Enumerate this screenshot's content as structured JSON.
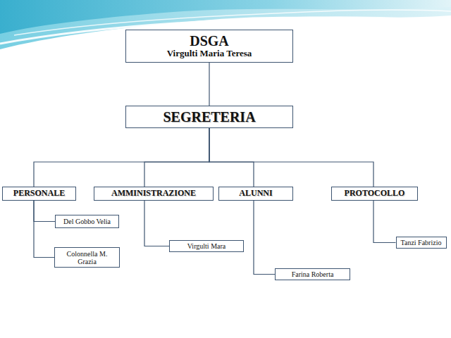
{
  "diagram": {
    "nodes": [
      {
        "text": [
          "DSGA",
          "Virgulti Maria Teresa"
        ]
      },
      {
        "text": [
          "SEGRETERIA"
        ]
      },
      {
        "text": [
          "PERSONALE"
        ]
      },
      {
        "text": [
          "AMMINISTRAZIONE"
        ]
      },
      {
        "text": [
          "ALUNNI"
        ]
      },
      {
        "text": [
          "PROTOCOLLO"
        ]
      },
      {
        "text": [
          "Del Gobbo Velia"
        ]
      },
      {
        "text": [
          "Colonnella M. Grazia"
        ]
      },
      {
        "text": [
          "Virgulti Mara"
        ]
      },
      {
        "text": [
          "Tanzi Fabrizio"
        ]
      },
      {
        "text": [
          "Farina Roberta"
        ]
      }
    ],
    "edges": [
      {
        "from": 0,
        "to": 1,
        "arrow": "none"
      },
      {
        "from": 1,
        "to": 2,
        "arrow": "none"
      },
      {
        "from": 1,
        "to": 3,
        "arrow": "none"
      },
      {
        "from": 1,
        "to": 4,
        "arrow": "none"
      },
      {
        "from": 1,
        "to": 5,
        "arrow": "none"
      },
      {
        "from": 2,
        "to": 6,
        "arrow": "none"
      },
      {
        "from": 2,
        "to": 7,
        "arrow": "none"
      },
      {
        "from": 3,
        "to": 8,
        "arrow": "none"
      },
      {
        "from": 4,
        "to": 10,
        "arrow": "none"
      },
      {
        "from": 5,
        "to": 9,
        "arrow": "none"
      }
    ]
  }
}
